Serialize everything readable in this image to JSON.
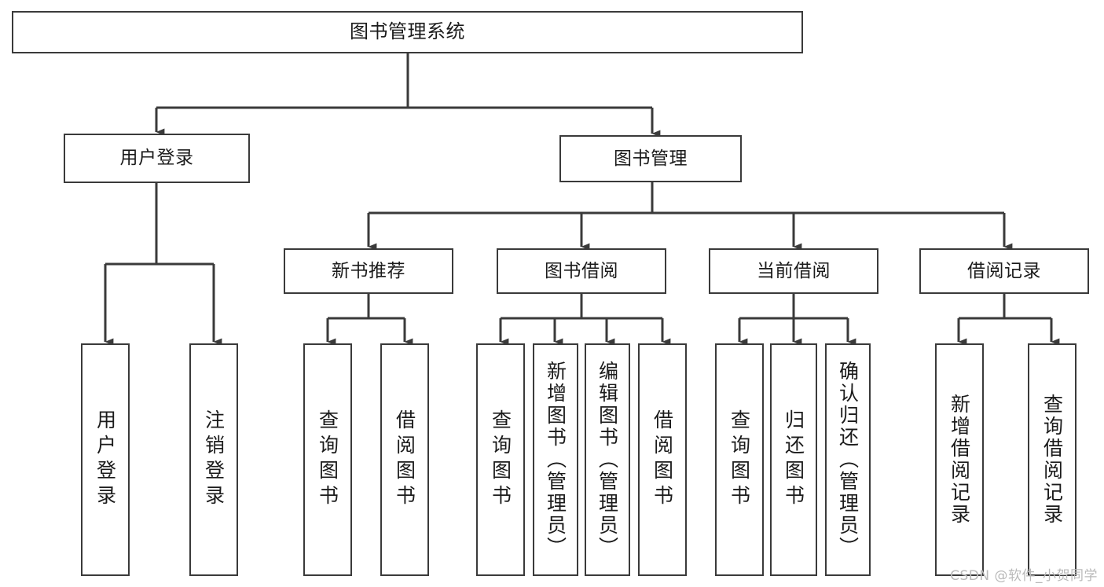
{
  "diagram": {
    "title": "图书管理系统",
    "type": "tree-hierarchy-chart",
    "root": {
      "label": "图书管理系统"
    },
    "level2": {
      "user_login": "用户登录",
      "book_manage": "图书管理"
    },
    "level3": {
      "new_book_recommend": "新书推荐",
      "book_borrow": "图书借阅",
      "current_borrow": "当前借阅",
      "borrow_record": "借阅记录"
    },
    "leaves": {
      "user_login_children": [
        "用户登录",
        "注销登录"
      ],
      "new_book_recommend_children": [
        "查询图书",
        "借阅图书"
      ],
      "book_borrow_children": [
        "查询图书",
        "新增图书（管理员）",
        "编辑图书（管理员）",
        "借阅图书"
      ],
      "current_borrow_children": [
        "查询图书",
        "归还图书",
        "确认归还（管理员）"
      ],
      "borrow_record_children": [
        "新增借阅记录",
        "查询借阅记录"
      ]
    },
    "watermark": "CSDN @软件_小贺同学",
    "colors": {
      "stroke": "#3a3a3a",
      "background": "#ffffff",
      "text": "#1b1b1b",
      "watermark": "#b9b9b9"
    }
  }
}
